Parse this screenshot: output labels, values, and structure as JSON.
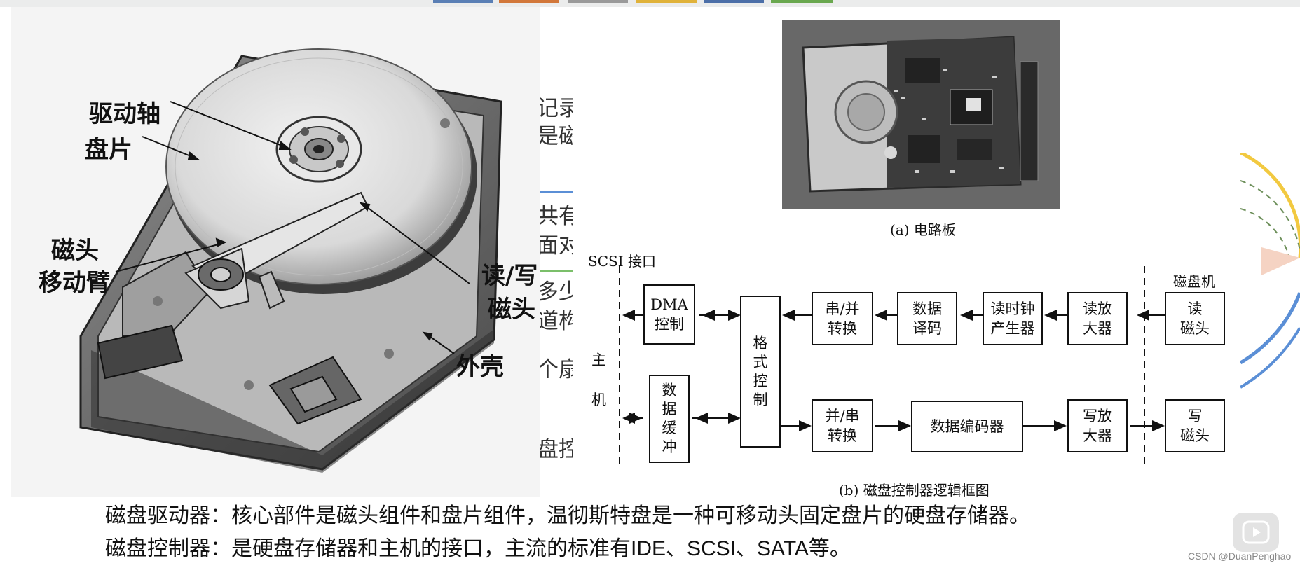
{
  "hdd_labels": {
    "spindle": "驱动轴",
    "platter": "盘片",
    "arm_line1": "磁头",
    "arm_line2": "移动臂",
    "rw_line1": "读/写",
    "rw_line2": "磁头",
    "case": "外壳"
  },
  "behind_text": [
    "记录",
    "是磁",
    "共有",
    "面对",
    "多少",
    "道构",
    "个扇",
    "盘控"
  ],
  "figure": {
    "caption_a": "(a) 电路板",
    "caption_b": "(b) 磁盘控制器逻辑框图",
    "scsi_label": "SCSI 接口",
    "disk_machine_label": "磁盘机",
    "host_label_1": "主",
    "host_label_2": "机",
    "blocks": {
      "dma": "DMA\n控制",
      "buffer": "数\n据\n缓\n冲",
      "format": "格\n式\n控\n制",
      "s2p": "串/并\n转换",
      "decode": "数据\n译码",
      "clock": "读时钟\n产生器",
      "read_amp": "读放\n大器",
      "read_head": "读\n磁头",
      "p2s": "并/串\n转换",
      "encoder": "数据编码器",
      "write_amp": "写放\n大器",
      "write_head": "写\n磁头"
    }
  },
  "bottom_text": {
    "line1": "磁盘驱动器：核心部件是磁头组件和盘片组件，温彻斯特盘是一种可移动头固定盘片的硬盘存储器。",
    "line2": "磁盘控制器：是硬盘存储器和主机的接口，主流的标准有IDE、SCSI、SATA等。"
  },
  "watermark": "CSDN @DuanPenghao",
  "icons": [
    "play-icon"
  ],
  "colors": {
    "tab_colors": [
      "#5a7fb5",
      "#d2773a",
      "#9a9a9a",
      "#e0b23a",
      "#4c6fa8",
      "#6aa84f"
    ],
    "divider_blue": "#5b8fd6",
    "divider_green": "#7bbf6a",
    "arc_yellow": "#f2c940",
    "arc_blue": "#5b8fd6"
  }
}
